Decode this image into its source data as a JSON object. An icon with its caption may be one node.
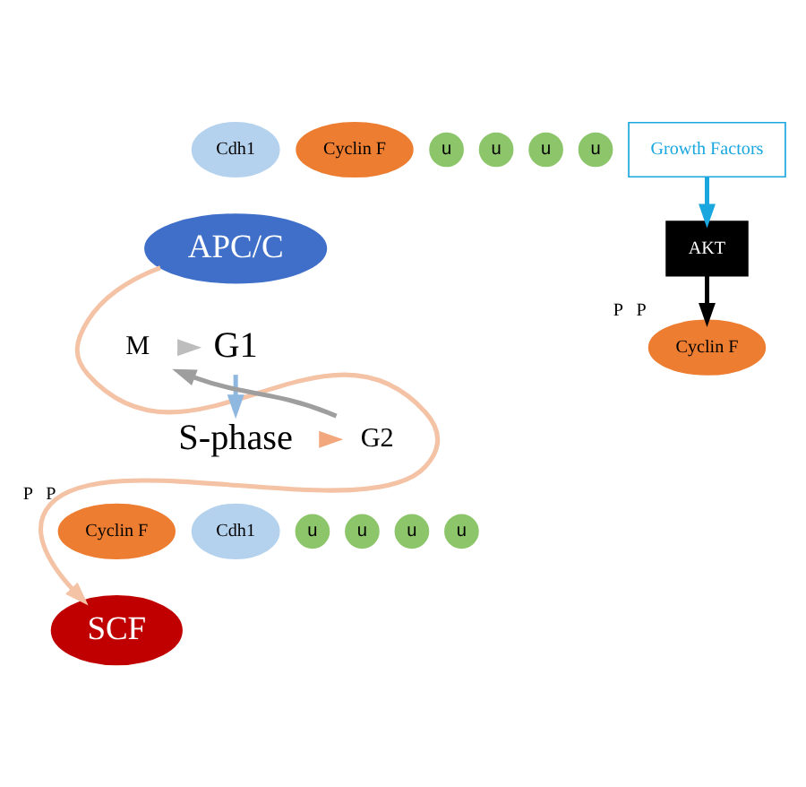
{
  "diagram": {
    "nodes": [
      {
        "text": [
          "Cyclin F"
        ]
      },
      {
        "text": [
          "u"
        ]
      },
      {
        "text": [
          "u"
        ]
      },
      {
        "text": [
          "u"
        ]
      },
      {
        "text": [
          "u"
        ]
      },
      {
        "text": [
          "Cdh1"
        ]
      },
      {
        "text": [
          "APC/C"
        ]
      },
      {
        "text": [
          "Growth Factors"
        ]
      },
      {
        "text": [
          "AKT"
        ]
      },
      {
        "text": [
          "Cyclin F"
        ],
        "beside": [
          "P",
          "P"
        ]
      },
      {
        "text": [
          "M"
        ]
      },
      {
        "text": [
          "G1"
        ]
      },
      {
        "text": [
          "G2"
        ]
      },
      {
        "text": [
          "S-phase"
        ]
      },
      {
        "text": [
          "Cyclin F"
        ],
        "beside": [
          "P",
          "P"
        ]
      },
      {
        "text": [
          "Cdh1"
        ]
      },
      {
        "text": [
          "u"
        ]
      },
      {
        "text": [
          "u"
        ]
      },
      {
        "text": [
          "u"
        ]
      },
      {
        "text": [
          "u"
        ]
      },
      {
        "text": [
          "SCF"
        ]
      }
    ],
    "edges": [
      {
        "from": 7,
        "to": 8,
        "arrow": "to",
        "color": "#1aa7e0"
      },
      {
        "from": 8,
        "to": 9,
        "arrow": "to",
        "color": "#000000"
      },
      {
        "from": 10,
        "to": 11,
        "arrow": "to",
        "color": "#bdbdbd"
      },
      {
        "from": 11,
        "to": 13,
        "arrow": "to",
        "color": "#8fb8e0"
      },
      {
        "from": 13,
        "to": 12,
        "arrow": "to",
        "color": "#f2a77c"
      },
      {
        "from": 12,
        "to": 10,
        "arrow": "to",
        "color": "#9e9e9e"
      },
      {
        "from": 6,
        "to": 20,
        "arrow": "to",
        "color": "#f4c2a4"
      }
    ]
  }
}
